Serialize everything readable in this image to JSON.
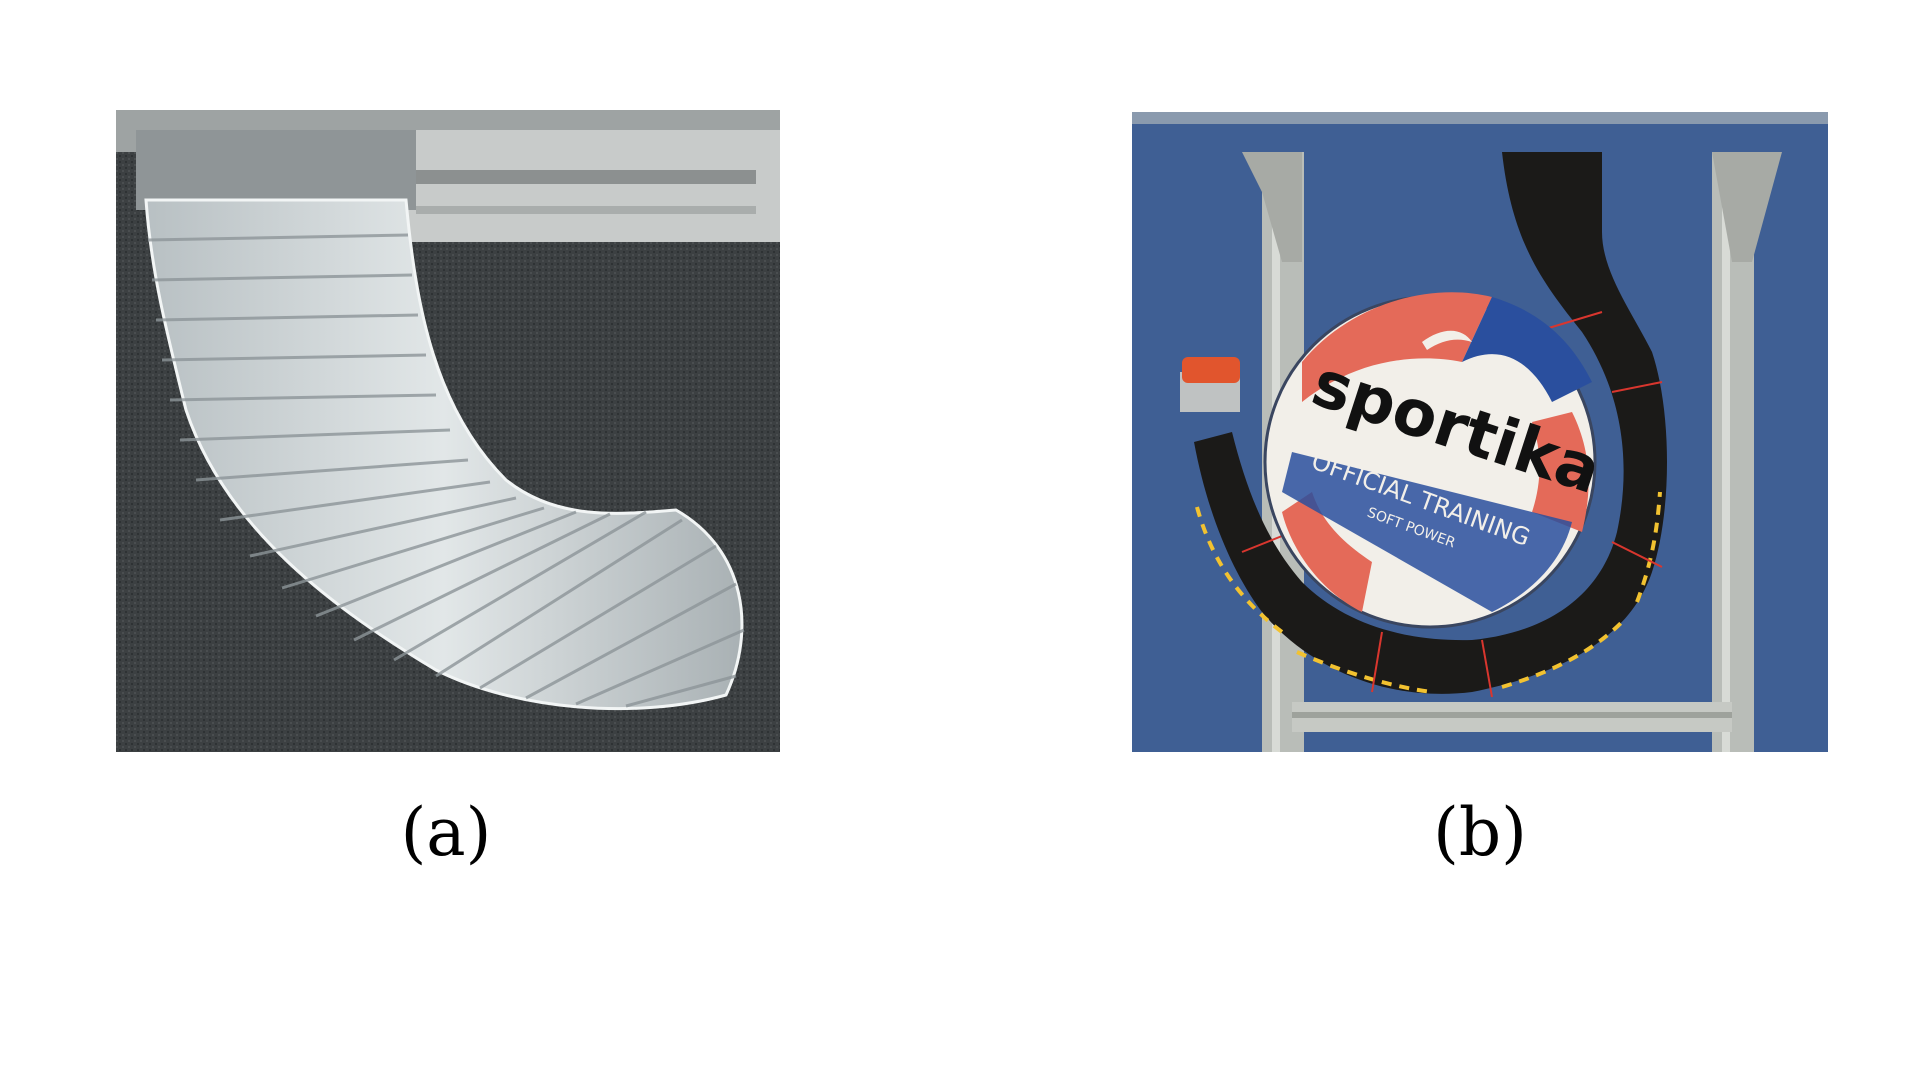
{
  "figure": {
    "panels": [
      {
        "label": "(a)",
        "photo_description_icon": "corrugated-hose-actuator-photo"
      },
      {
        "label": "(b)",
        "photo_description_icon": "soft-gripper-holding-ball-photo",
        "ball_text": {
          "brand": "sportika",
          "line1": "OFFICIAL TRAINING",
          "line2": "SOFT POWER"
        }
      }
    ]
  },
  "colors": {
    "bg_a": "#3b3f41",
    "hose": "#cfd6d8",
    "bg_b": "#3f5f94",
    "frame": "#b9bdb8",
    "gripper": "#1b1a18",
    "ball_red": "#e46a59",
    "ball_blue": "#2a4f9e",
    "ball_white": "#f2efe9",
    "dash_yellow": "#f2c230",
    "stitch_red": "#d9362e"
  }
}
